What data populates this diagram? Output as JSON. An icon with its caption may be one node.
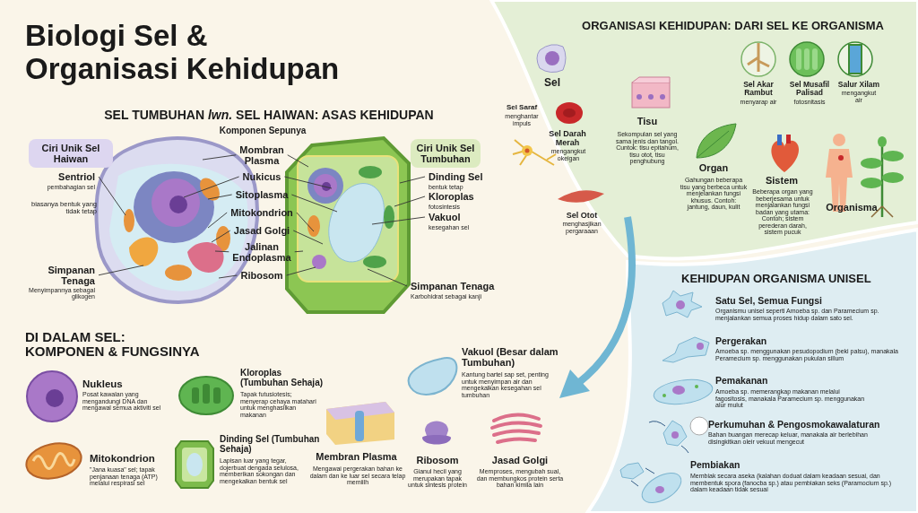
{
  "diagram": {
    "title": "Biologi Sel & Organisasi Kehidupan",
    "nodes": [
      {
        "text": [
          "Ciri Unik Sel Haiwan"
        ]
      },
      {
        "text": [
          "Ciri Unik Sel Tumbuhan"
        ]
      },
      {
        "text": [
          "Sentriol",
          "pembahagian sel"
        ]
      },
      {
        "text": [
          "Simpanan Tenaga",
          "Menyimpannya sebagal glikogen"
        ]
      },
      {
        "text": [
          "Mombran Plasma"
        ]
      },
      {
        "text": [
          "Nukicus"
        ]
      },
      {
        "text": [
          "Sitoplasma"
        ]
      },
      {
        "text": [
          "Mitokondrion"
        ]
      },
      {
        "text": [
          "Jasad Golgi"
        ]
      },
      {
        "text": [
          "Jalinan Endoplasma"
        ]
      },
      {
        "text": [
          "Ribosom"
        ]
      },
      {
        "text": [
          "Dinding Sel",
          "bentuk tetap"
        ]
      },
      {
        "text": [
          "Kloroplas",
          "fotosintesis"
        ]
      },
      {
        "text": [
          "Vakuol",
          "kesegahan sel"
        ]
      },
      {
        "text": [
          "Simpanan Tenaga",
          "Karbohidrat sebagai kanji"
        ]
      }
    ],
    "edges": [
      {
        "from": 2,
        "to": null,
        "arrow": "none"
      },
      {
        "from": 3,
        "to": null,
        "arrow": "none"
      },
      {
        "from": 4,
        "to": null,
        "arrow": "none"
      },
      {
        "from": 4,
        "to": null,
        "arrow": "none"
      },
      {
        "from": 5,
        "to": null,
        "arrow": "none"
      },
      {
        "from": 5,
        "to": null,
        "arrow": "none"
      },
      {
        "from": 6,
        "to": null,
        "arrow": "none"
      },
      {
        "from": 6,
        "to": null,
        "arrow": "none"
      },
      {
        "from": 7,
        "to": null,
        "arrow": "none"
      },
      {
        "from": 7,
        "to": null,
        "arrow": "none"
      },
      {
        "from": 8,
        "to": null,
        "arrow": "none"
      },
      {
        "from": 8,
        "to": null,
        "arrow": "none"
      },
      {
        "from": 9,
        "to": null,
        "arrow": "none"
      },
      {
        "from": 9,
        "to": null,
        "arrow": "none"
      },
      {
        "from": 10,
        "to": null,
        "arrow": "none"
      },
      {
        "from": 10,
        "to": null,
        "arrow": "none"
      },
      {
        "from": 11,
        "to": null,
        "arrow": "none"
      },
      {
        "from": 12,
        "to": null,
        "arrow": "none"
      },
      {
        "from": 13,
        "to": null,
        "arrow": "none"
      },
      {
        "from": 14,
        "to": null,
        "arrow": "none"
      }
    ],
    "labels": [
      "SEL TUMBUHAN *lwn.* SEL HAIWAN: ASAS KEHIDUPAN",
      "Komponen Sepunya",
      "biasanya bentuk yang tidak tetap",
      "DI DALAM SEL: KOMPONEN & FUNGSINYA",
      "Nukleus",
      "Posat kawalan yang mengandungi DNA dan mengawal semua aktiviti sel",
      "Kloroplas (Tumbuhan Sehaja)",
      "Tapak futusiotesis; menyerap cehaya matahari untuk menghasilkan makanan",
      "Mitokondrion",
      "\"Jana kuasa\" sel; tapak penjanaan tenaga (ATP) melalui respirasi sel",
      "Dinding Sel (Tumbuhan Sehaja)",
      "Lapisan luar yang tegar, dojerbuat dengada selulosa, memberikan sokongan dan mengekalkan bentuk sel",
      "Membran Plasma",
      "Mengawai pergerakan bahan ke dalam dan ke luar sel secara telap memiilh",
      "Vakuol (Besar dalam Tumbuhan)",
      "Kantung bartel sap set, penting untuk menyimpan air dan mengekalkan kesegahan sel tumbuhan",
      "Ribosom",
      "Gianul hecil yang merupakan tapak untuk sintesis protein",
      "Jasad Golgi",
      "Memproses, mengubah sual, dan membungkos protein serta bahan kimila lain",
      "ORGANISASI KEHIDUPAN: DARI SEL KE ORGANISMA",
      "Sel",
      "Sel Saraf",
      "menghantar impuls",
      "Sel Darah Merah",
      "mengangkut okeigan",
      "Sel Otot",
      "menghasjikan pergaraaan",
      "Tisu",
      "Sekompulan sel yang sama jenis dan tangol. Cuntok: tisu epitahum, tisu otot, tisu penghubung",
      "Sel Akar Rambut",
      "menyarap air",
      "Sel Musafil Palisad",
      "fotosnitasis",
      "Salur Xilam",
      "mengangkut air",
      "Organ",
      "Gahungan beberapa tisu yang berbeca untuk menjelankan fungsi khusus. Contoh: jantung, daun, kulit",
      "Sistem",
      "Beberapa organ yang beberjesama untuk menjalankan fungsi badan yang utama: Contoh; sistem perederan darah, sistem pucuk",
      "Organisma",
      "KEHIDUPAN ORGANISMA UNISEL",
      "Satu Sel, Semua Fungsi",
      "Organismu unisel seperti Amoeba sp. dan Paramecium sp. menjalankan semua proses hidup dalam sato sel.",
      "Pergerakan",
      "Amoeba sp. menggunakan pesudopodium (beki palsu), manakala Peramecium sp. menggunakan pukulan sillum",
      "Pemakanan",
      "Amoeba sp. memerangkap makanan melalui fagositosis, manakala Paramecium sp. menggunakan alur mulut",
      "Perkumuhan & Pengosmokawalaturan",
      "Bahan buangan merecap keluar, manakala air berlebihan disingkitkan oleir vekuut mengecut",
      "Pembiakan",
      "Membiak secara aseka (kalahan doduat dalam keadaan sesuai, dan membentuk spora (fanocba sp.) atau pembiakan seks (Paramocium sp.) dalam keadaan tidak sesuai"
    ]
  }
}
